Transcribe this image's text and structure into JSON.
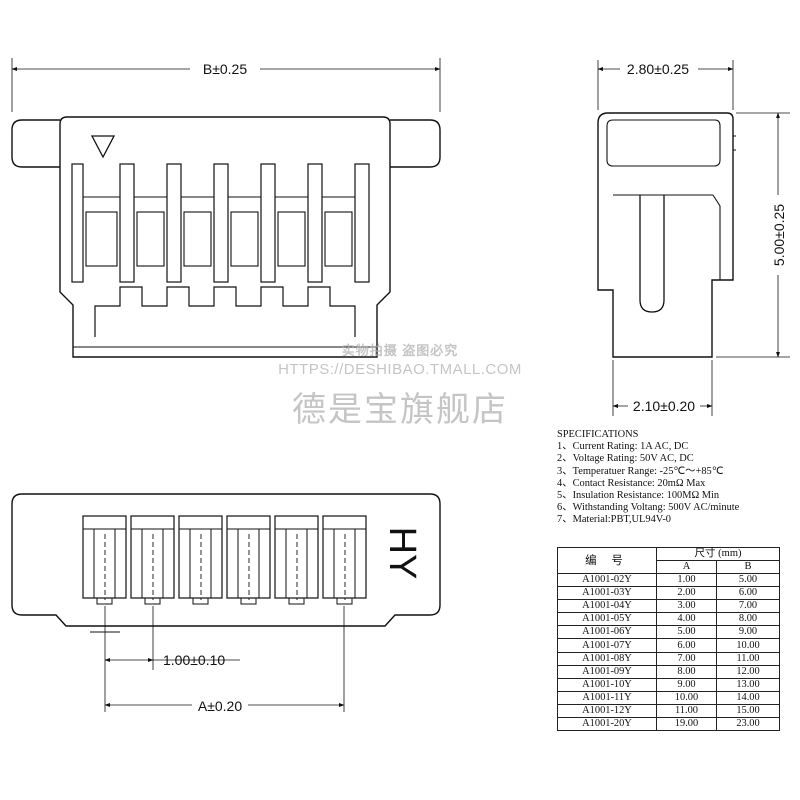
{
  "dimensions": {
    "B": "B±0.25",
    "width_top": "2.80±0.25",
    "height": "5.00±0.25",
    "width_bottom": "2.10±0.20",
    "pitch": "1.00±0.10",
    "A": "A±0.20"
  },
  "brand_mark": "HY",
  "watermark": {
    "line1": "实物拍摄 盗图必究",
    "line2": "HTTPS://DESHIBAO.TMALL.COM",
    "line3": "德是宝旗舰店"
  },
  "specifications": {
    "title": "SPECIFICATIONS",
    "items": [
      "1、Current Rating: 1A AC, DC",
      "2、Voltage Rating: 50V AC, DC",
      "3、Temperatuer Range: -25℃～+85℃",
      "4、Contact Resistance: 20mΩ Max",
      "5、Insulation Resistance: 100MΩ Min",
      "6、Withstanding Voltang: 500V AC/minute",
      "7、Material:PBT,UL94V-0"
    ]
  },
  "table": {
    "header_code": "编 号",
    "header_size": "尺寸 (mm)",
    "col_a": "A",
    "col_b": "B",
    "rows": [
      {
        "code": "A1001-02Y",
        "a": "1.00",
        "b": "5.00"
      },
      {
        "code": "A1001-03Y",
        "a": "2.00",
        "b": "6.00"
      },
      {
        "code": "A1001-04Y",
        "a": "3.00",
        "b": "7.00"
      },
      {
        "code": "A1001-05Y",
        "a": "4.00",
        "b": "8.00"
      },
      {
        "code": "A1001-06Y",
        "a": "5.00",
        "b": "9.00"
      },
      {
        "code": "A1001-07Y",
        "a": "6.00",
        "b": "10.00"
      },
      {
        "code": "A1001-08Y",
        "a": "7.00",
        "b": "11.00"
      },
      {
        "code": "A1001-09Y",
        "a": "8.00",
        "b": "12.00"
      },
      {
        "code": "A1001-10Y",
        "a": "9.00",
        "b": "13.00"
      },
      {
        "code": "A1001-11Y",
        "a": "10.00",
        "b": "14.00"
      },
      {
        "code": "A1001-12Y",
        "a": "11.00",
        "b": "15.00"
      },
      {
        "code": "A1001-20Y",
        "a": "19.00",
        "b": "23.00"
      }
    ]
  }
}
